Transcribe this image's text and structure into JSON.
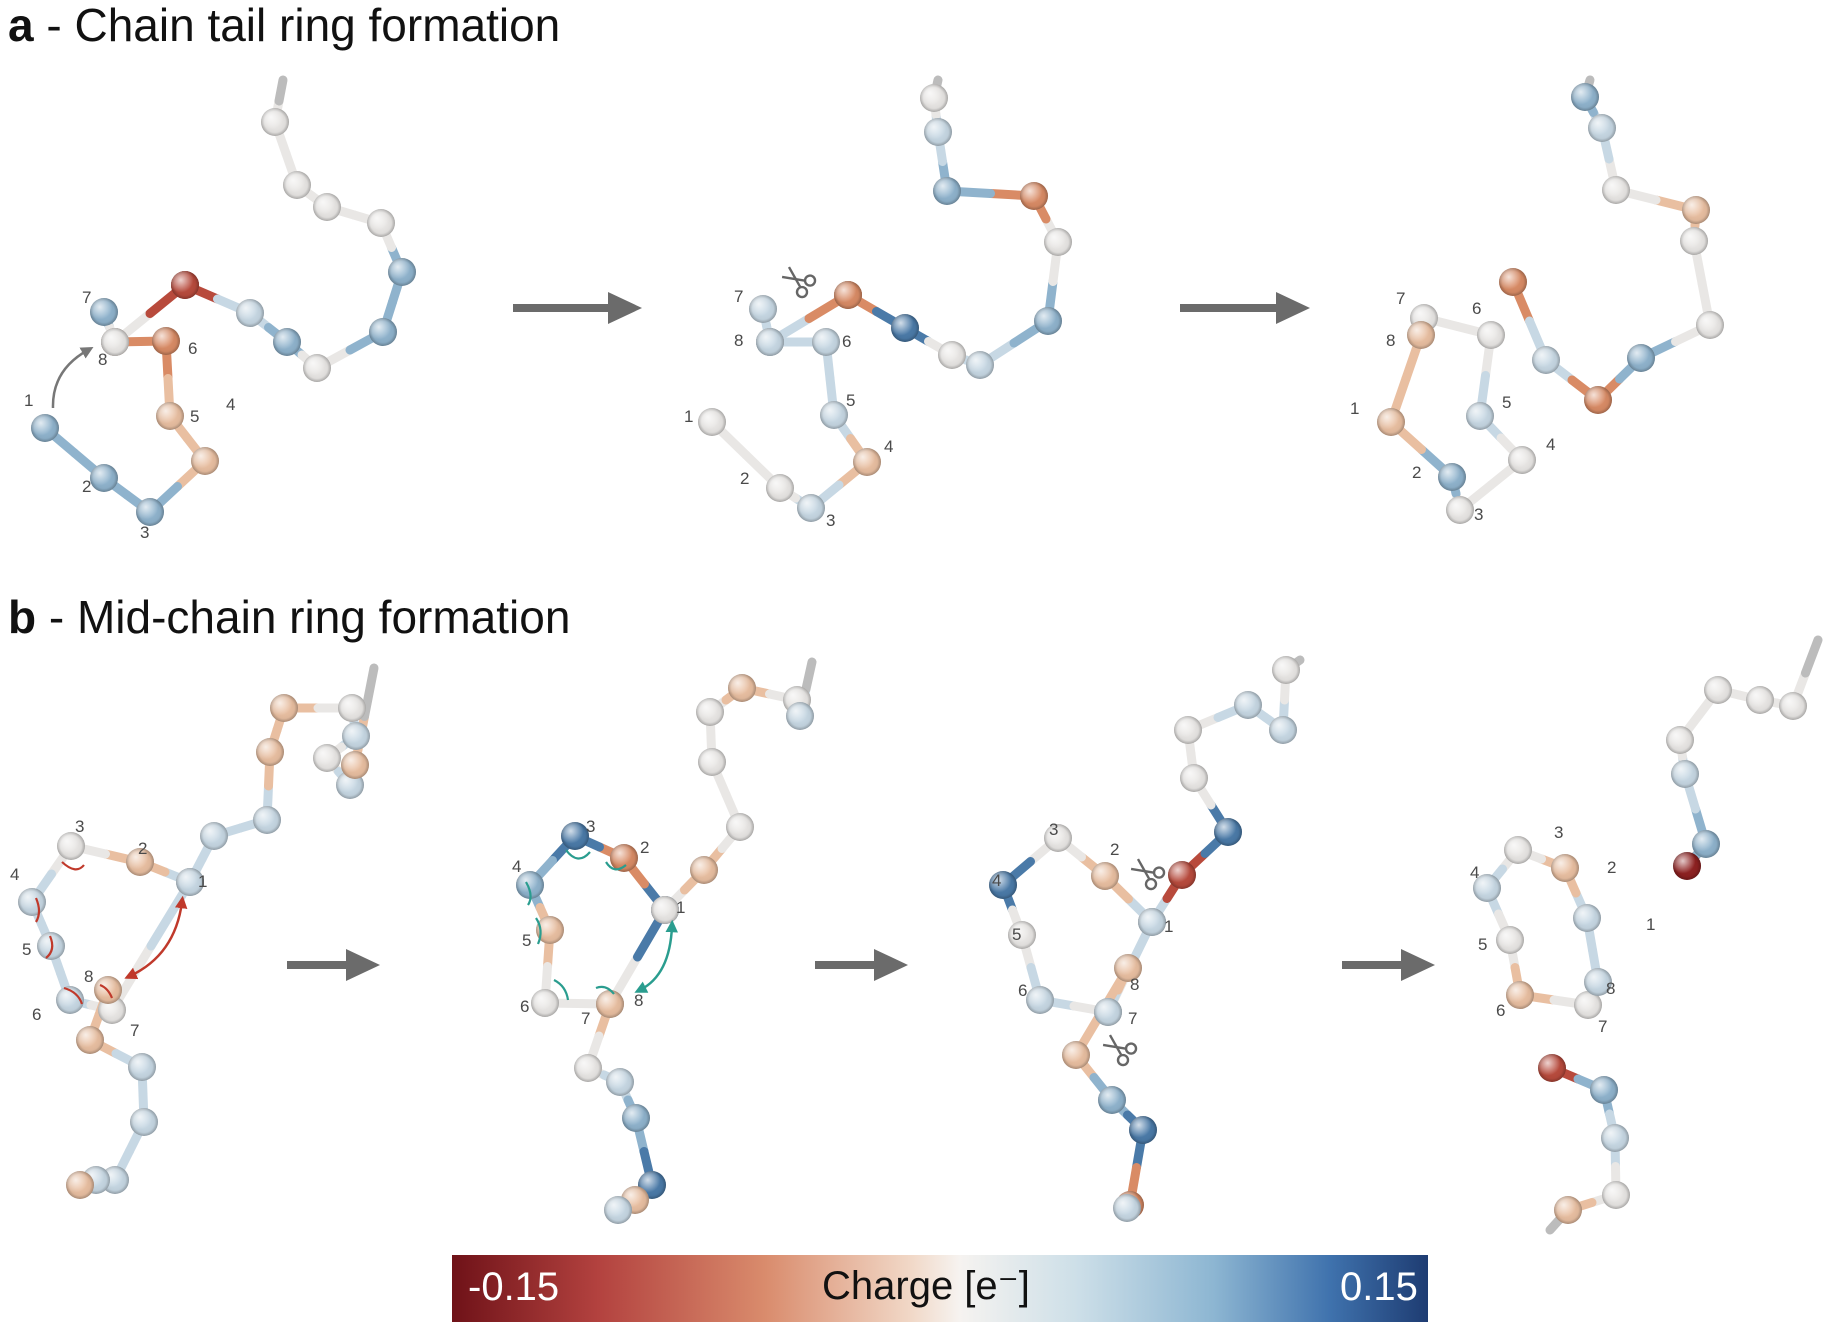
{
  "panels": [
    {
      "letter": "a",
      "title": " - Chain tail ring formation"
    },
    {
      "letter": "b",
      "title": " - Mid-chain ring formation"
    }
  ],
  "colorbar": {
    "min_label": "-0.15",
    "title": "Charge [e⁻]",
    "max_label": "0.15"
  },
  "atom_numbers": [
    "1",
    "2",
    "3",
    "4",
    "5",
    "6",
    "7",
    "8"
  ],
  "palette": {
    "dark_red": "#8e2020",
    "red": "#b84a3c",
    "orange": "#d98b65",
    "peach": "#e9bfa1",
    "white": "#e9e7e5",
    "light_blue": "#c7d8e4",
    "blue": "#8fb3cd",
    "dark_blue": "#4a7aa8",
    "arrow_gray": "#6b6b6b",
    "red_arc": "#c0392b",
    "teal_arc": "#2a9d8f"
  },
  "icons": {
    "scissors": "scissors-icon",
    "reaction_arrow": "reaction-arrow-icon"
  }
}
